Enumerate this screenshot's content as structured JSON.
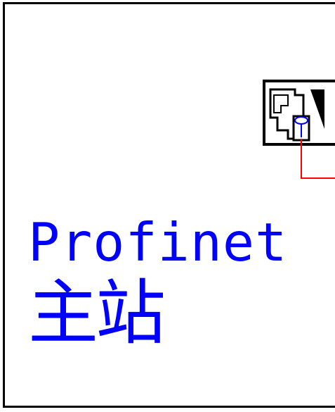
{
  "device_label": {
    "line1": "Profinet",
    "line2": "主站"
  },
  "colors": {
    "border": "#000000",
    "label": "#0000ff",
    "wire": "#ff0000",
    "port_ring": "#0000ff"
  },
  "icons": {
    "connector": "rj45-port-icon",
    "wire": "cable-wire"
  }
}
